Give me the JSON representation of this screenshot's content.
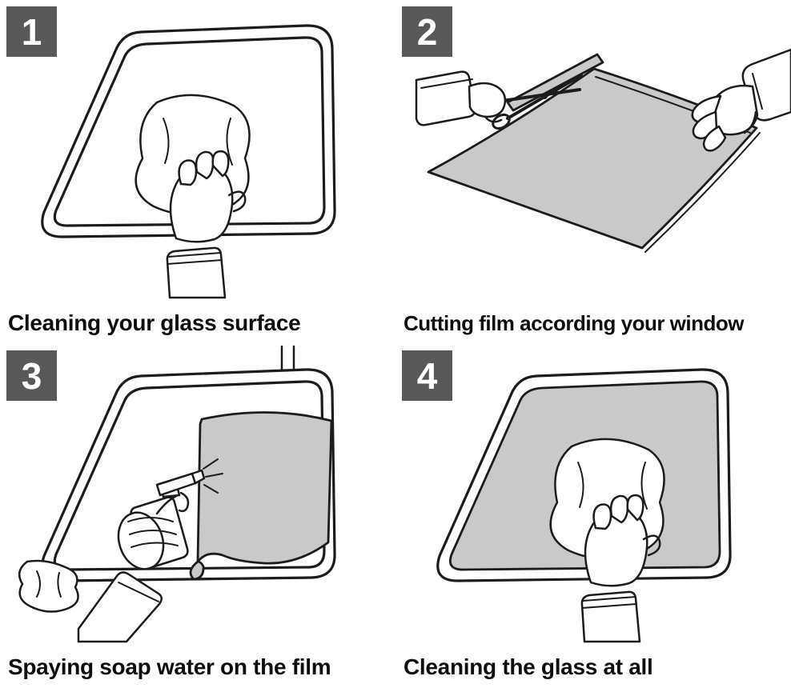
{
  "page": {
    "background": "#ffffff",
    "description": "4-step window tint film installation instructions"
  },
  "colors": {
    "badge_bg": "#595959",
    "badge_text": "#ffffff",
    "line": "#1c1c1c",
    "film_gray": "#c9c9c9",
    "caption_text": "#0e0e0e",
    "paper_white": "#ffffff"
  },
  "panels": [
    {
      "number": "1",
      "caption": "Cleaning your glass surface",
      "illustration": "hand-wiping-car-window-with-cloth"
    },
    {
      "number": "2",
      "caption": "Cutting film according your window",
      "illustration": "hands-cutting-tint-film-with-scissors"
    },
    {
      "number": "3",
      "caption": "Spaying soap water on the film",
      "illustration": "hand-spraying-soap-water-on-film"
    },
    {
      "number": "4",
      "caption": "Cleaning the glass at all",
      "illustration": "hand-wiping-tinted-glass-with-cloth"
    }
  ]
}
